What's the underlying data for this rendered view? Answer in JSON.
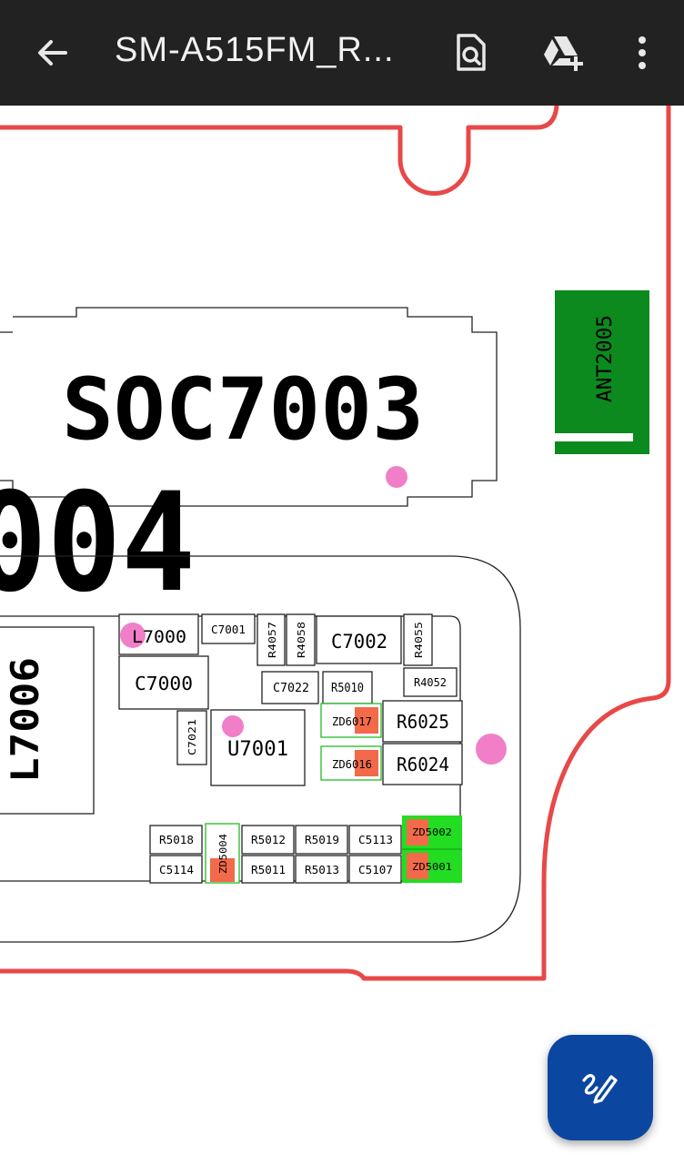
{
  "toolbar": {
    "title": "SM-A515FM_R...",
    "icons": [
      "back-arrow-icon",
      "search-document-icon",
      "drive-add-icon",
      "more-vert-icon"
    ]
  },
  "board": {
    "big_labels": {
      "soc": "SOC7003",
      "partial": "004",
      "inductor": "L7006"
    },
    "antenna": "ANT2005",
    "components": {
      "L7000": "L7000",
      "C7001": "C7001",
      "R4057": "R4057",
      "R4058": "R4058",
      "C7002": "C7002",
      "R4055": "R4055",
      "C7000": "C7000",
      "C7022": "C7022",
      "R5010": "R5010",
      "R4052": "R4052",
      "C7021": "C7021",
      "U7001": "U7001",
      "ZD6017": "ZD6017",
      "R6025": "R6025",
      "ZD6016": "ZD6016",
      "R6024": "R6024",
      "R5018": "R5018",
      "ZD5004": "ZD5004",
      "R5012": "R5012",
      "R5019": "R5019",
      "C5113": "C5113",
      "ZD5002": "ZD5002",
      "C5114": "C5114",
      "R5011": "R5011",
      "R5013": "R5013",
      "C5107": "C5107",
      "ZD5001": "ZD5001"
    }
  },
  "fab": {
    "icon": "edit-pen-icon"
  },
  "colors": {
    "toolbar": "#222222",
    "outline": "#e84848",
    "antenna": "#0c8a1e",
    "highlight": "#22dd22",
    "marker": "#f07fc8",
    "zener": "#f26a4a",
    "fab": "#0b47a1"
  }
}
